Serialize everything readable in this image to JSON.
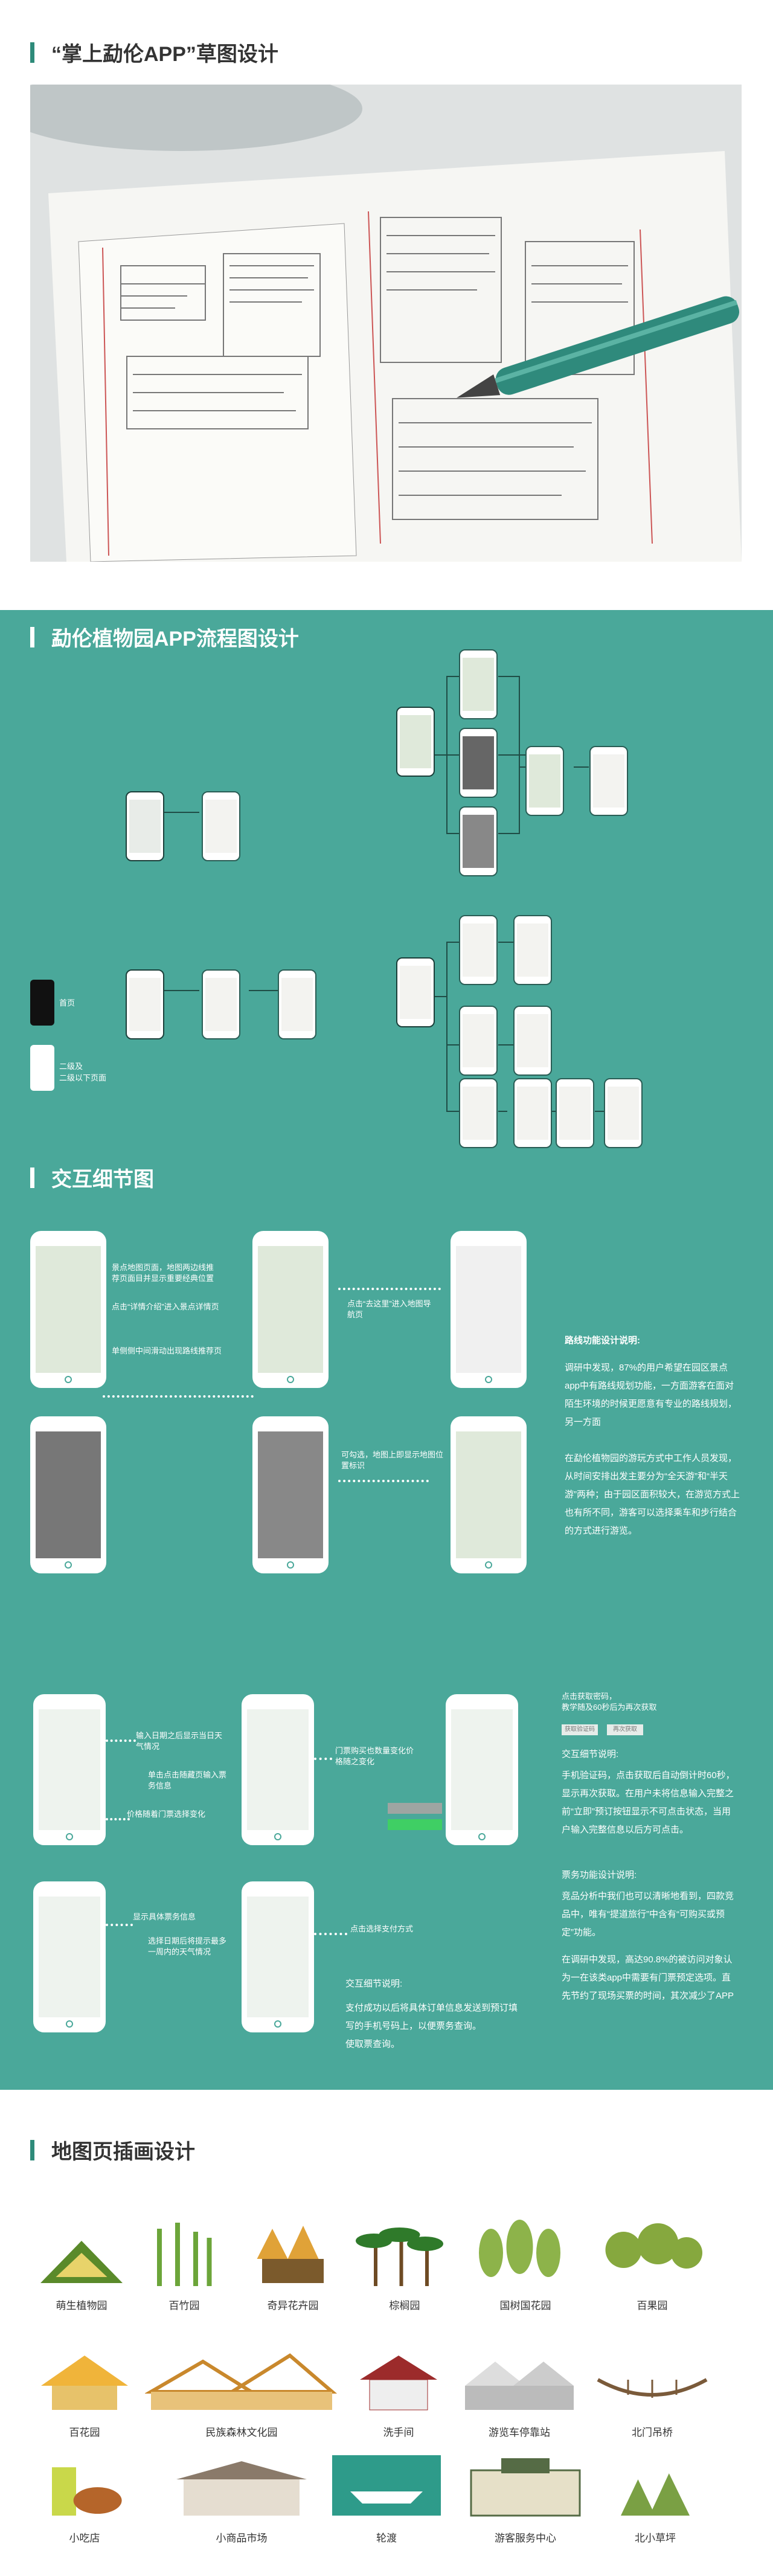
{
  "section1": {
    "title": "“掌上勐伦APP”草图设计"
  },
  "section2": {
    "title": "勐伦植物园APP流程图设计",
    "legend_first": "首页",
    "legend_second": "二级及\n二级以下页面"
  },
  "section3": {
    "title": "交互细节图",
    "notes": {
      "n1": "景点地图页面，地图两边线推荐页面目并显示重要经典位置",
      "n2": "点击“详情介绍”进入景点详情页",
      "n3": "单侧侧中间滑动出现路线推荐页",
      "n4": "点击“去这里”进入地图导航页",
      "n5": "可勾选，地图上即显示地图位置标识",
      "n6": "输入日期之后显示当日天气情况",
      "n7": "单击点击随藏页输入票务信息",
      "n8": "价格随着门票选择变化",
      "n9": "门票购买也数量变化价格随之变化",
      "n10": "显示具体票务信息",
      "n11": "选择日期后将提示最多一周内的天气情况",
      "n12": "点击选择支付方式",
      "n13": "点击获取密码，\n教学随及60秒后为再次获取"
    },
    "route_title": "路线功能设计说明:",
    "route_p1": "调研中发现，87%的用户希望在园区景点app中有路线规划功能，一方面游客在面对陌生环境的时候更愿意有专业的路线规划，另一方面",
    "route_p2": "在勐伦植物园的游玩方式中工作人员发现，从时间安排出发主要分为“全天游”和“半天游”两种；由于园区面积较大，在游览方式上也有所不同，游客可以选择乘车和步行结合的方式进行游览。",
    "ticket_mini": {
      "left": "获取验证码",
      "right": "再次获取"
    },
    "detail_title": "交互细节说明:",
    "detail_p": "手机验证码，点击获取后自动倒计时60秒，显示再次获取。在用户未将信息输入完整之前“立即”预订按钮显示不可点击状态，当用户输入完整信息以后方可点击。",
    "ticket_title": "票务功能设计说明:",
    "ticket_p1": "竞品分析中我们也可以清晰地看到，四款竞品中，唯有“提道旅行”中含有“可购买或预定”功能。",
    "ticket_p2": "在调研中发现，高达90.8%的被访问对象认为一在该类app中需要有门票预定选项。直先节约了现场买票的时间，其次减少了APP",
    "pay_title": "交互细节说明:",
    "pay_p": "支付成功以后将具体订单信息发送到预订填写的手机号码上，以便票务查询。\n使取票查询。",
    "phone_buttons": {
      "grey": "",
      "green": ""
    }
  },
  "section4": {
    "title": "地图页插画设计",
    "items": [
      {
        "label": "萌生植物园"
      },
      {
        "label": "百竹园"
      },
      {
        "label": "奇异花卉园"
      },
      {
        "label": "棕榈园"
      },
      {
        "label": "国树国花园"
      },
      {
        "label": "百果园"
      },
      {
        "label": "百花园"
      },
      {
        "label": "民族森林文化园"
      },
      {
        "label": "洗手间"
      },
      {
        "label": "游览车停靠站"
      },
      {
        "label": "北门吊桥"
      },
      {
        "label": "小吃店"
      },
      {
        "label": "小商品市场"
      },
      {
        "label": "轮渡"
      },
      {
        "label": "游客服务中心"
      },
      {
        "label": "北小草坪"
      }
    ]
  },
  "colors": {
    "teal": "#4aa89a",
    "accent": "#2e8b7a"
  }
}
